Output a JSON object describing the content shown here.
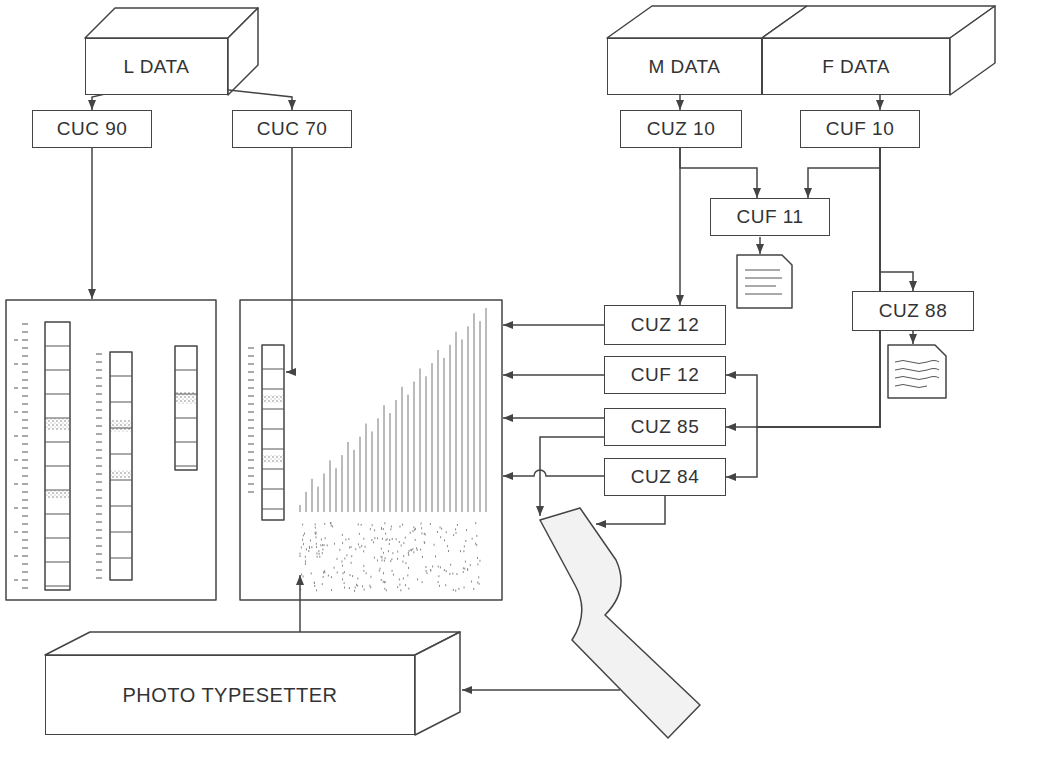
{
  "diagram": {
    "nodes": [
      {
        "text": [
          "L DATA"
        ]
      },
      {
        "text": [
          "M DATA"
        ]
      },
      {
        "text": [
          "F DATA"
        ]
      },
      {
        "text": [
          "CUC 90"
        ]
      },
      {
        "text": [
          "CUC 70"
        ]
      },
      {
        "text": [
          "CUZ 10"
        ]
      },
      {
        "text": [
          "CUF 10"
        ]
      },
      {
        "text": [
          "CUF 11"
        ]
      },
      {
        "text": [
          "CUZ 12"
        ]
      },
      {
        "text": [
          "CUZ 88"
        ]
      },
      {
        "text": [
          "CUF 12"
        ]
      },
      {
        "text": [
          "CUZ 85"
        ]
      },
      {
        "text": [
          "CUZ 84"
        ]
      },
      {
        "text": [
          "PHOTO TYPESETTER"
        ]
      }
    ],
    "edges": [
      {
        "from": 0,
        "to": 3,
        "arrow": "to"
      },
      {
        "from": 0,
        "to": 4,
        "arrow": "to"
      },
      {
        "from": 1,
        "to": 5,
        "arrow": "to"
      },
      {
        "from": 2,
        "to": 6,
        "arrow": "to"
      },
      {
        "from": 5,
        "to": 7,
        "arrow": "to"
      },
      {
        "from": 6,
        "to": 7,
        "arrow": "to"
      },
      {
        "from": 5,
        "to": 8,
        "arrow": "to"
      },
      {
        "from": 6,
        "to": 9,
        "arrow": "to"
      },
      {
        "from": 6,
        "to": 10,
        "arrow": "to"
      },
      {
        "from": 6,
        "to": 11,
        "arrow": "to"
      },
      {
        "from": 6,
        "to": 12,
        "arrow": "to"
      }
    ]
  }
}
